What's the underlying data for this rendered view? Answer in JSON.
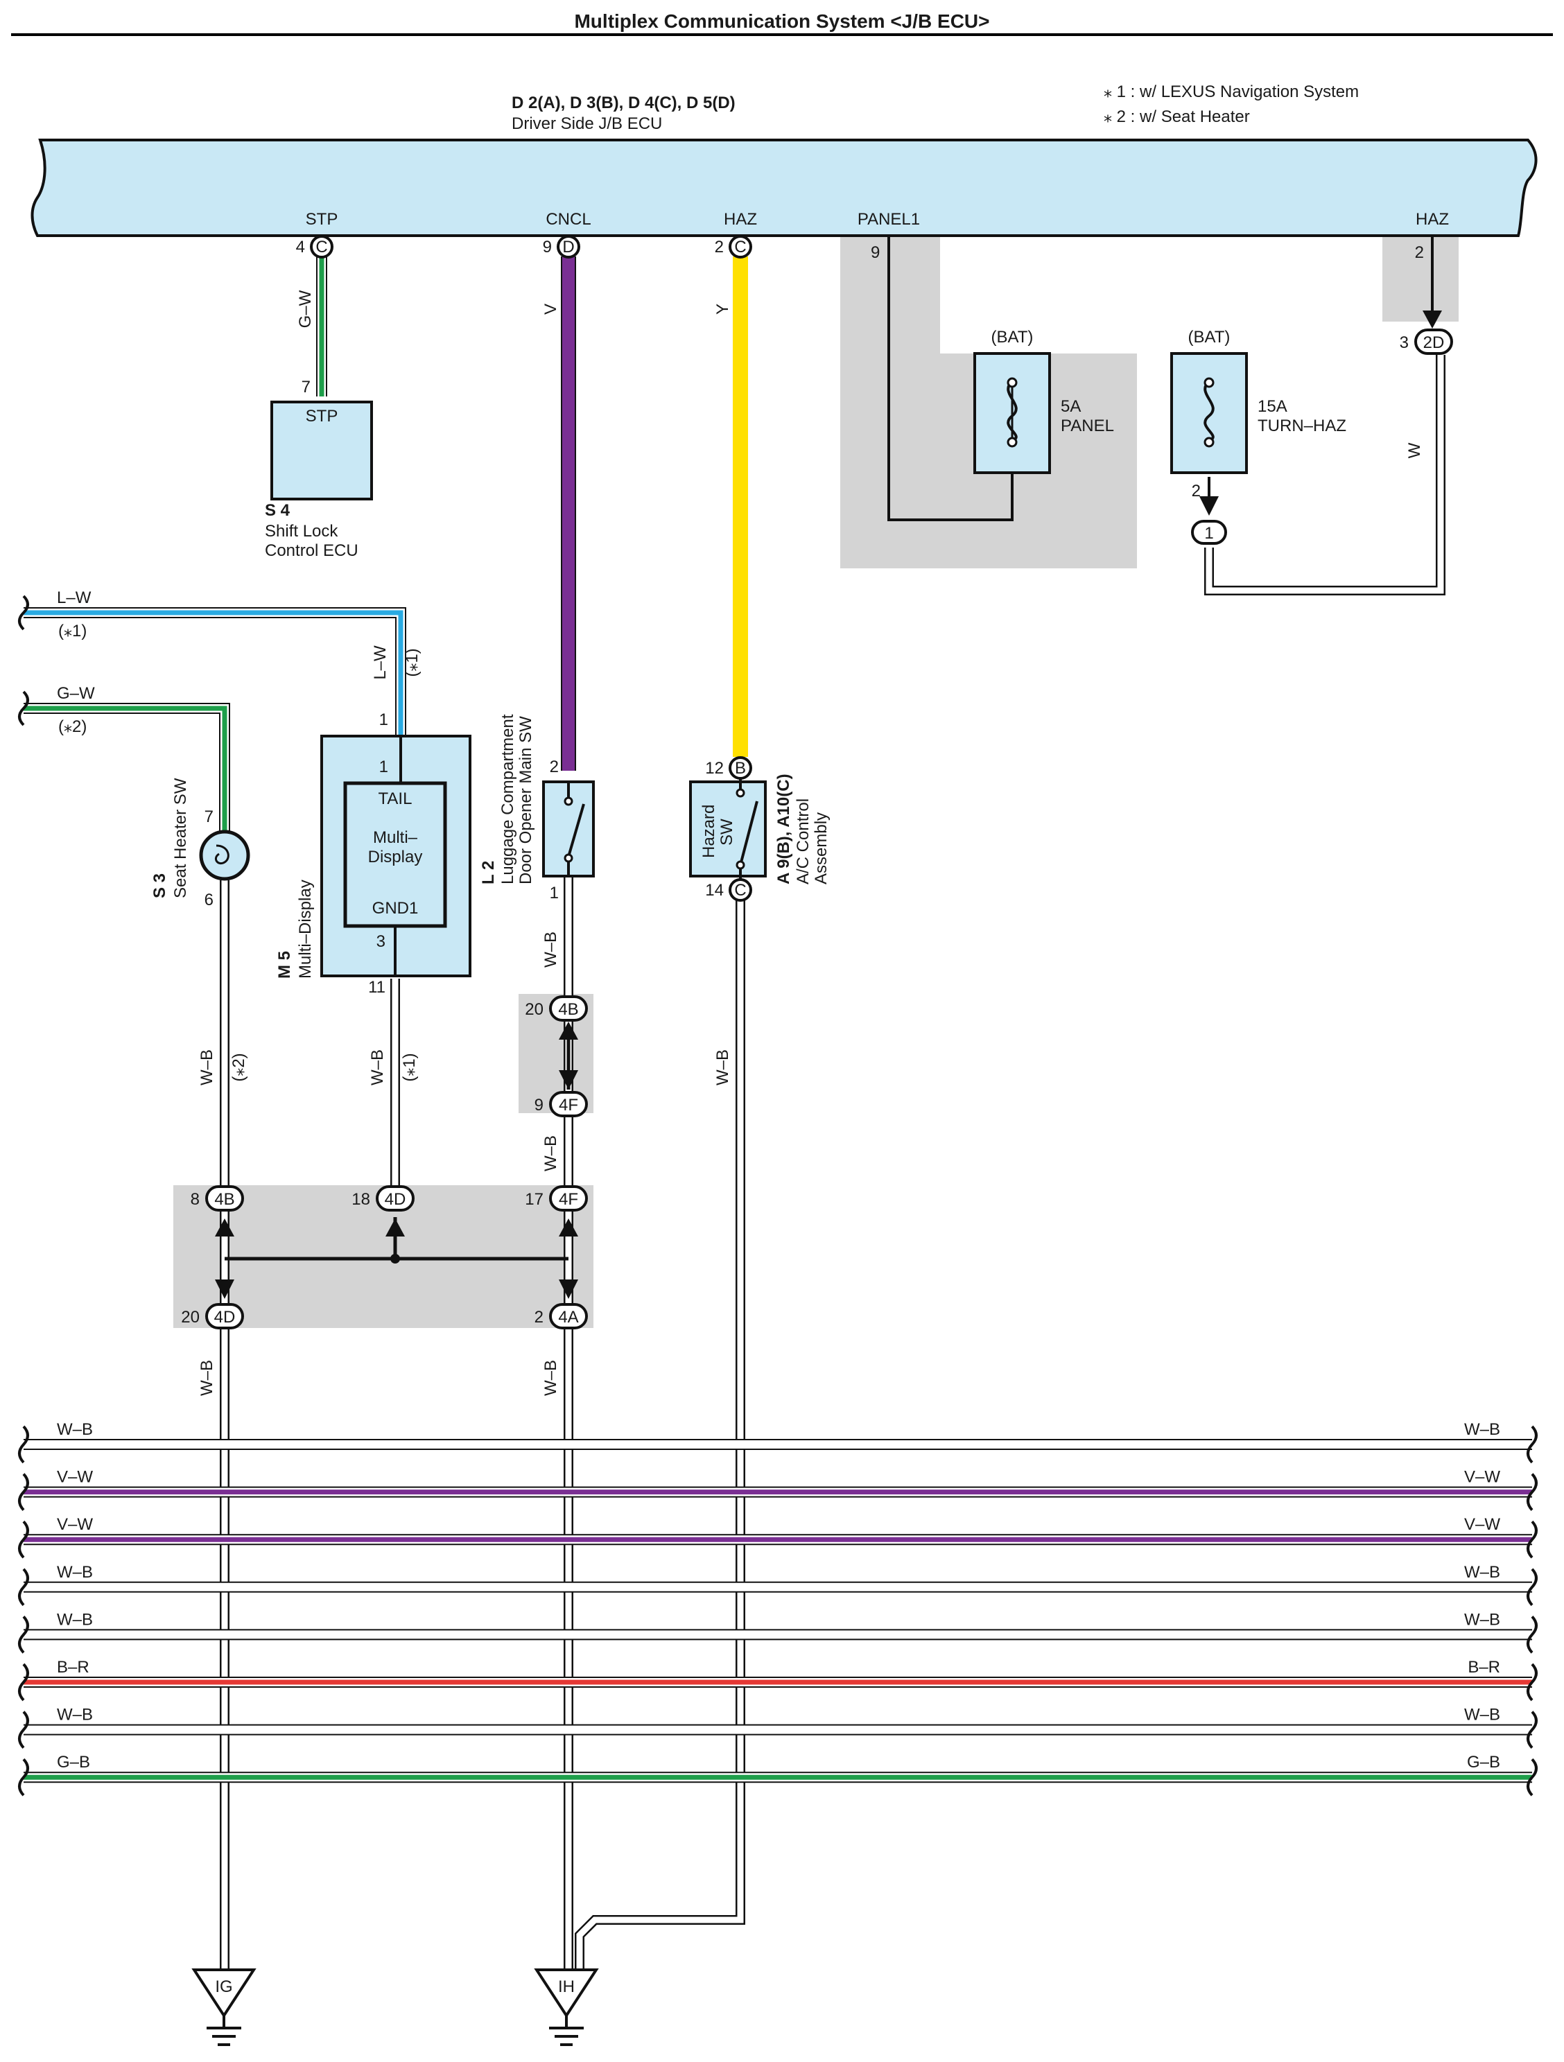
{
  "title": "Multiplex Communication System <J/B ECU>",
  "notes": [
    "⁎ 1 : w/ LEXUS Navigation System",
    "⁎ 2 : w/ Seat Heater"
  ],
  "ecu": {
    "code": "D 2(A), D 3(B), D 4(C), D 5(D)",
    "name": "Driver Side J/B ECU",
    "terminals": {
      "stp": "STP",
      "cncl": "CNCL",
      "haz": "HAZ",
      "panel1": "PANEL1",
      "haz2": "HAZ"
    },
    "pins": {
      "stp_num": "4",
      "stp_conn": "C",
      "cncl_num": "9",
      "cncl_conn": "D",
      "haz_num": "2",
      "haz_conn": "C",
      "panel_num": "9",
      "haz2_num": "2"
    }
  },
  "wires": {
    "gw": "G–W",
    "v": "V",
    "y": "Y",
    "w": "W",
    "lw": "L–W",
    "wb": "W–B"
  },
  "notes_refs": {
    "n1": "(⁎1)",
    "n2": "(⁎2)"
  },
  "shift_lock": {
    "pin": "7",
    "terminal": "STP",
    "code": "S 4",
    "name1": "Shift Lock",
    "name2": "Control ECU"
  },
  "fuse_panel": {
    "bat": "(BAT)",
    "rating": "5A",
    "name": "PANEL"
  },
  "fuse_turn": {
    "bat": "(BAT)",
    "rating": "15A",
    "name": "TURN–HAZ",
    "pin": "2",
    "conn": "1"
  },
  "conn_2d": {
    "pin1": "2",
    "pin2": "3",
    "label": "2D"
  },
  "seat_heater": {
    "pin_top": "7",
    "pin_bottom": "6",
    "code": "S 3",
    "name": "Seat Heater SW"
  },
  "multi_display": {
    "pin_top_out": "1",
    "pin_top_in": "1",
    "tail": "TAIL",
    "center1": "Multi–",
    "center2": "Display",
    "gnd": "GND1",
    "pin_bottom_in": "3",
    "pin_bottom_out": "11",
    "code": "M 5",
    "name": "Multi–Display"
  },
  "luggage_sw": {
    "pin_top": "2",
    "pin_bottom": "1",
    "code": "L 2",
    "name1": "Luggage Compartment",
    "name2": "Door Opener Main SW"
  },
  "hazard_sw": {
    "pin_top": "12",
    "conn_top": "B",
    "pin_bottom": "14",
    "conn_bottom": "C",
    "sw1": "Hazard",
    "sw2": "SW",
    "code": "A 9(B), A10(C)",
    "name1": "A/C Control",
    "name2": "Assembly"
  },
  "junctions": {
    "j20_4b": {
      "pin": "20",
      "label": "4B"
    },
    "j9_4f": {
      "pin": "9",
      "label": "4F"
    },
    "j8_4b": {
      "pin": "8",
      "label": "4B"
    },
    "j18_4d": {
      "pin": "18",
      "label": "4D"
    },
    "j17_4f": {
      "pin": "17",
      "label": "4F"
    },
    "j20_4d": {
      "pin": "20",
      "label": "4D"
    },
    "j2_4a": {
      "pin": "2",
      "label": "4A"
    }
  },
  "bus_wires": [
    {
      "label": "W–B",
      "color": "#ffffff"
    },
    {
      "label": "V–W",
      "color": "#7a2f93"
    },
    {
      "label": "V–W",
      "color": "#7a2f93"
    },
    {
      "label": "W–B",
      "color": "#ffffff"
    },
    {
      "label": "W–B",
      "color": "#ffffff"
    },
    {
      "label": "B–R",
      "color": "#e53935"
    },
    {
      "label": "W–B",
      "color": "#ffffff"
    },
    {
      "label": "G–B",
      "color": "#1e9e4a"
    }
  ],
  "grounds": {
    "ig": "IG",
    "ih": "IH"
  },
  "colors": {
    "ecu_fill": "#c9e8f5",
    "component_fill": "#c9e8f5",
    "gray_zone": "#d4d4d4",
    "green": "#1e9e4a",
    "violet": "#7a2f93",
    "yellow": "#ffe000",
    "blue": "#29aae2"
  }
}
